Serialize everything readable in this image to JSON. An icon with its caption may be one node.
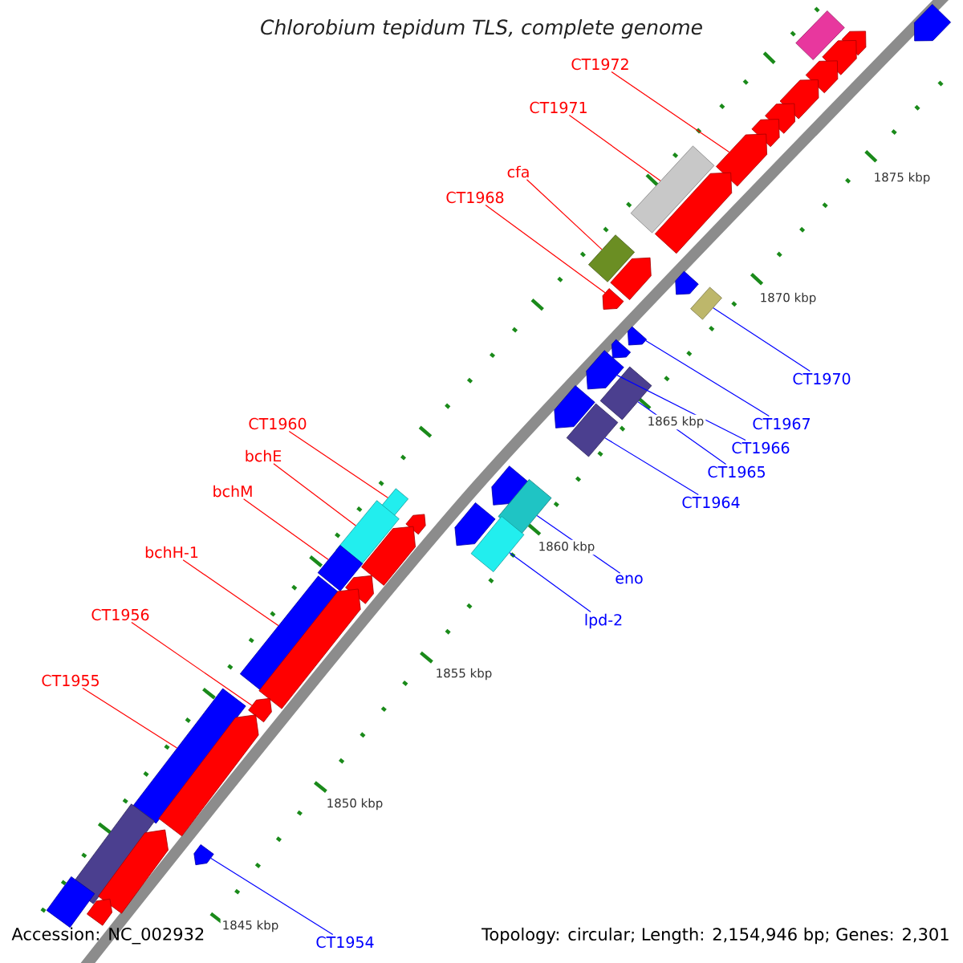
{
  "diagram": {
    "title": "Chlorobium tepidum TLS, complete genome",
    "nodes": [
      {
        "text": [
          "CT1972"
        ]
      },
      {
        "text": [
          "CT1971"
        ]
      },
      {
        "text": [
          "cfa"
        ]
      },
      {
        "text": [
          "CT1968"
        ]
      },
      {
        "text": [
          "CT1970"
        ]
      },
      {
        "text": [
          "CT1967"
        ]
      },
      {
        "text": [
          "CT1966"
        ]
      },
      {
        "text": [
          "CT1960"
        ]
      },
      {
        "text": [
          "CT1965"
        ]
      },
      {
        "text": [
          "bchE"
        ]
      },
      {
        "text": [
          "CT1964"
        ]
      },
      {
        "text": [
          "bchM"
        ]
      },
      {
        "text": [
          "eno"
        ]
      },
      {
        "text": [
          "lpd-2"
        ]
      },
      {
        "text": [
          "bchH-1"
        ]
      },
      {
        "text": [
          "CT1956"
        ]
      },
      {
        "text": [
          "CT1955"
        ]
      },
      {
        "text": [
          "CT1954"
        ]
      },
      {
        "text": [],
        "shape": "box"
      },
      {
        "text": [],
        "shape": "pentagon"
      },
      {
        "text": [],
        "shape": "pentagon"
      },
      {
        "text": [],
        "shape": "pentagon"
      },
      {
        "text": [],
        "shape": "pentagon"
      },
      {
        "text": [],
        "shape": "pentagon"
      },
      {
        "text": [],
        "shape": "pentagon"
      },
      {
        "text": [],
        "shape": "pentagon"
      },
      {
        "text": [],
        "shape": "pentagon"
      },
      {
        "text": [],
        "shape": "box"
      },
      {
        "text": [],
        "shape": "pentagon"
      },
      {
        "text": [],
        "shape": "box"
      },
      {
        "text": [],
        "shape": "pentagon"
      },
      {
        "text": [],
        "shape": "pentagon"
      },
      {
        "text": [],
        "shape": "pentagon"
      },
      {
        "text": [],
        "shape": "box"
      },
      {
        "text": [],
        "shape": "pentagon"
      },
      {
        "text": [],
        "shape": "pentagon"
      },
      {
        "text": [],
        "shape": "pentagon"
      },
      {
        "text": [],
        "shape": "box"
      },
      {
        "text": [],
        "shape": "pentagon"
      },
      {
        "text": [],
        "shape": "box"
      },
      {
        "text": [],
        "shape": "pentagon"
      },
      {
        "text": [],
        "shape": "box"
      },
      {
        "text": [],
        "shape": "box"
      },
      {
        "text": [],
        "shape": "pentagon"
      },
      {
        "text": [],
        "shape": "pentagon"
      },
      {
        "text": [],
        "shape": "box"
      },
      {
        "text": [],
        "shape": "box"
      },
      {
        "text": [],
        "shape": "pentagon"
      },
      {
        "text": [],
        "shape": "box"
      },
      {
        "text": [],
        "shape": "pentagon"
      },
      {
        "text": [],
        "shape": "box"
      },
      {
        "text": [],
        "shape": "pentagon"
      },
      {
        "text": [],
        "shape": "pentagon"
      },
      {
        "text": [],
        "shape": "box"
      },
      {
        "text": [],
        "shape": "pentagon"
      },
      {
        "text": [],
        "shape": "pentagon"
      },
      {
        "text": [],
        "shape": "box"
      },
      {
        "text": [],
        "shape": "pentagon"
      },
      {
        "text": [],
        "shape": "box"
      },
      {
        "text": [],
        "shape": "pentagon"
      }
    ],
    "edges": [
      {
        "from": 0,
        "to": 26,
        "arrow": "none"
      },
      {
        "from": 1,
        "to": 27,
        "arrow": "none"
      },
      {
        "from": 2,
        "to": 29,
        "arrow": "none"
      },
      {
        "from": 3,
        "to": 32,
        "arrow": "none"
      },
      {
        "from": 4,
        "to": 33,
        "arrow": "none",
        "color": "#0000ff"
      },
      {
        "from": 5,
        "to": 34,
        "arrow": "none",
        "color": "#0000ff"
      },
      {
        "from": 6,
        "to": 36,
        "arrow": "none",
        "color": "#0000ff"
      },
      {
        "from": 7,
        "to": 41,
        "arrow": "none"
      },
      {
        "from": 8,
        "to": 37,
        "arrow": "none",
        "color": "#0000ff"
      },
      {
        "from": 9,
        "to": 45,
        "arrow": "none"
      },
      {
        "from": 10,
        "to": 39,
        "arrow": "none",
        "color": "#0000ff"
      },
      {
        "from": 11,
        "to": 48,
        "arrow": "none"
      },
      {
        "from": 12,
        "to": 42,
        "arrow": "none",
        "color": "#0000ff"
      },
      {
        "from": 13,
        "to": 46,
        "arrow": "none",
        "color": "#0000ff"
      },
      {
        "from": 14,
        "to": 50,
        "arrow": "none"
      },
      {
        "from": 15,
        "to": 52,
        "arrow": "none"
      },
      {
        "from": 16,
        "to": 53,
        "arrow": "none"
      },
      {
        "from": 17,
        "to": 55,
        "arrow": "none",
        "color": "#0000ff"
      }
    ],
    "labels": [
      "1875 kbp",
      "1870 kbp",
      "1865 kbp",
      "1860 kbp",
      "1855 kbp",
      "1850 kbp",
      "1845 kbp",
      "Accession: NC_002932",
      "Topology: circular; Length: 2,154,946 bp; Genes: 2,301"
    ]
  }
}
